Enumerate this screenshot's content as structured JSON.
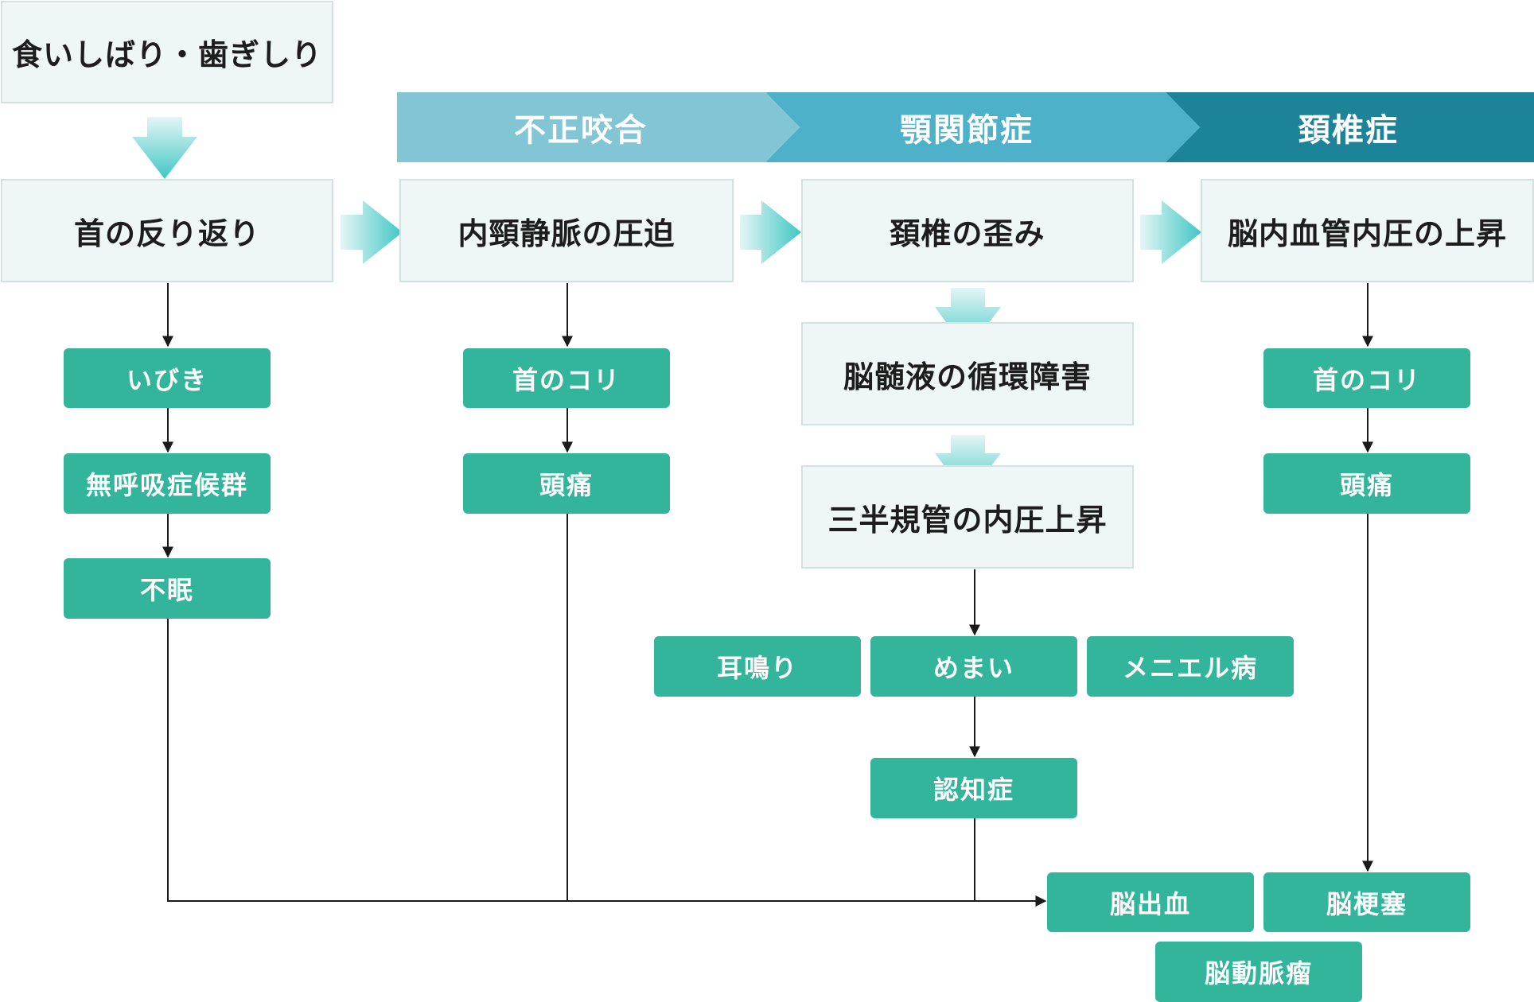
{
  "top": {
    "start": "食いしばり・歯ぎしり"
  },
  "stages": {
    "s1": "不正咬合",
    "s2": "顎関節症",
    "s3": "頚椎症"
  },
  "main": {
    "m1": "首の反り返り",
    "m2": "内頸静脈の圧迫",
    "m3": "頚椎の歪み",
    "m4": "脳内血管内圧の上昇",
    "m5": "脳髄液の循環障害",
    "m6": "三半規管の内圧上昇"
  },
  "col1": {
    "a": "いびき",
    "b": "無呼吸症候群",
    "c": "不眠"
  },
  "col2": {
    "a": "首のコリ",
    "b": "頭痛"
  },
  "col3": {
    "tinnitus": "耳鳴り",
    "dizziness": "めまい",
    "meniere": "メニエル病",
    "dementia": "認知症"
  },
  "col4": {
    "a": "首のコリ",
    "b": "頭痛"
  },
  "outcomes": {
    "hemorrhage": "脳出血",
    "infarction": "脳梗塞",
    "aneurysm": "脳動脈瘤"
  },
  "colors": {
    "stage1": "#82c6d6",
    "stage2": "#4db1c9",
    "stage3": "#1c8399",
    "tag": "#33b59c",
    "box_bg": "#eff7f6",
    "line": "#1a1a1a"
  }
}
